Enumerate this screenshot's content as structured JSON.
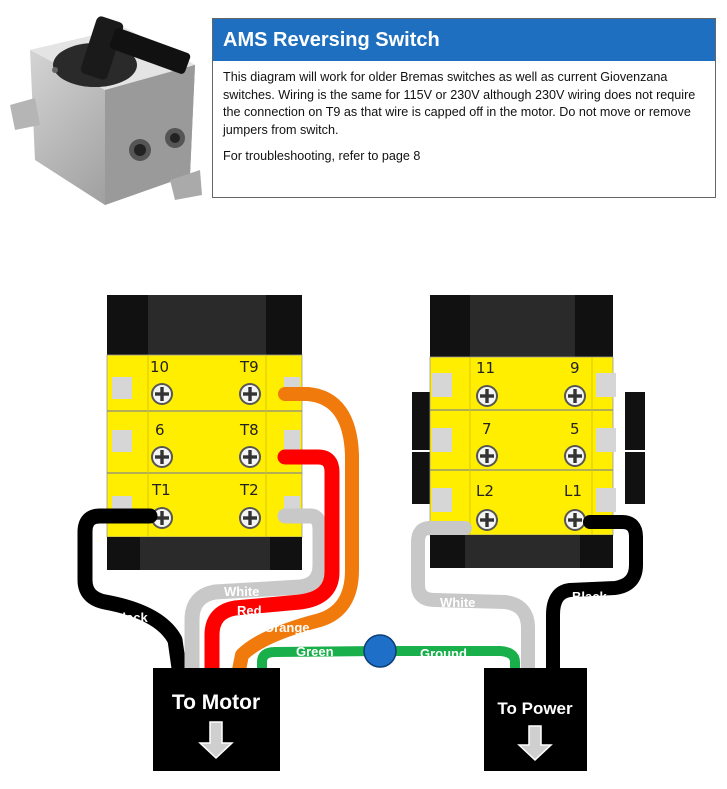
{
  "header": {
    "title": "AMS Reversing Switch",
    "paragraph1": "This diagram will work for older Bremas switches as well as current Giovenzana switches.  Wiring is the same for 115V or 230V although 230V wiring does not require the connection on T9 as that wire is capped off in the motor.  Do not move or remove jumpers from switch.",
    "paragraph2": "For troubleshooting, refer to page 8"
  },
  "left_switch": {
    "terminals": [
      "10",
      "T9",
      "6",
      "T8",
      "T1",
      "T2"
    ]
  },
  "right_switch": {
    "terminals": [
      "11",
      "9",
      "7",
      "5",
      "L2",
      "L1"
    ]
  },
  "wires": {
    "black_left": "Black",
    "white_left": "White",
    "red": "Red",
    "orange": "Orange",
    "green": "Green",
    "ground": "Ground",
    "white_right": "White",
    "black_right": "Black"
  },
  "boxes": {
    "motor": "To Motor",
    "power": "To Power"
  },
  "colors": {
    "title_bar": "#1f6fc1",
    "terminal_yellow": "#ffee00",
    "black_wire": "#000000",
    "white_wire": "#c8c8c8",
    "red_wire": "#ff0000",
    "orange_wire": "#f07b0c",
    "green_wire": "#19b04b",
    "ground_node": "#1e6fc8"
  }
}
